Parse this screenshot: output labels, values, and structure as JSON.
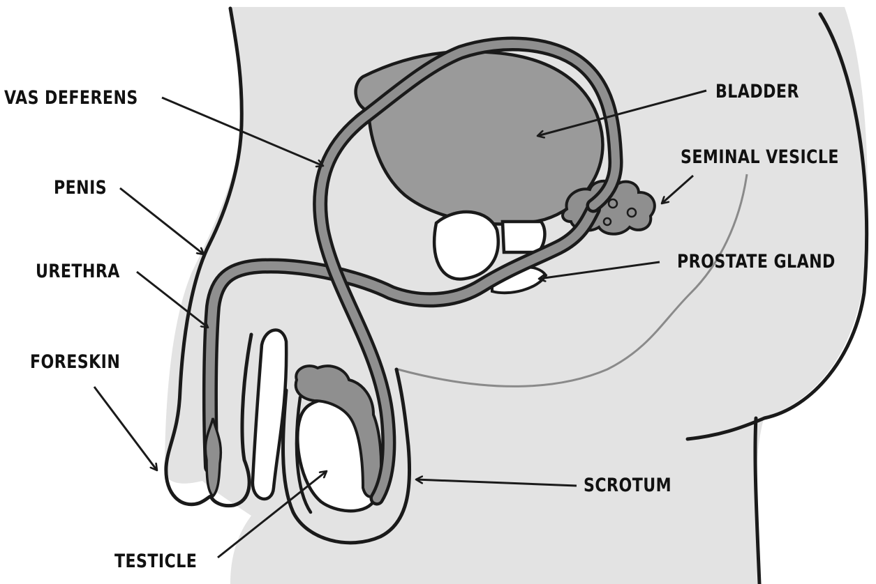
{
  "labels": {
    "vas_deferens": "VAS DEFERENS",
    "bladder": "BLADDER",
    "seminal_vesicle": "SEMINAL VESICLE",
    "penis": "PENIS",
    "urethra": "URETHRA",
    "prostate_gland": "PROSTATE GLAND",
    "foreskin": "FORESKIN",
    "scrotum": "SCROTUM",
    "testicle": "TESTICLE"
  },
  "colors": {
    "body_fill": "#e3e3e3",
    "organ_fill": "#8f8f8f",
    "outline": "#1a1a1a",
    "white": "#ffffff",
    "skin_line": "#8a8a8a"
  }
}
